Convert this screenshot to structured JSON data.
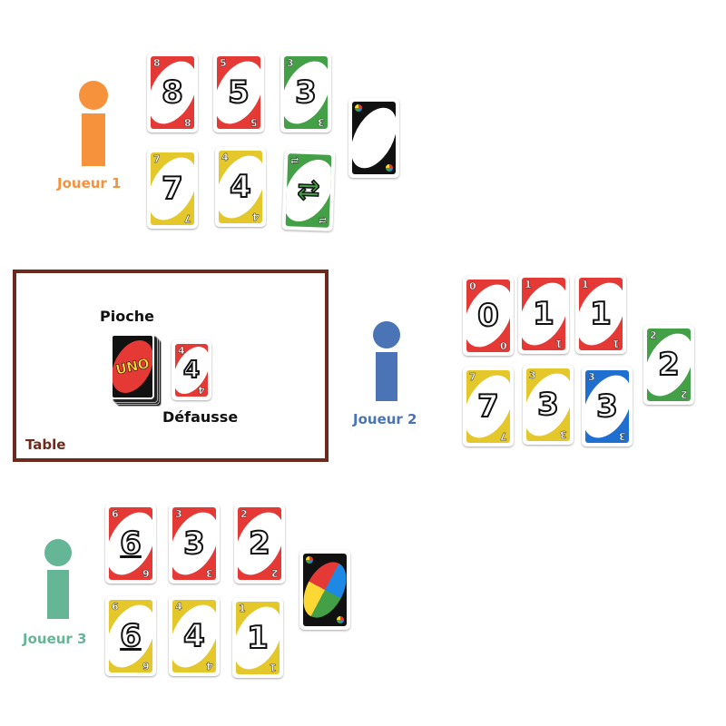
{
  "colors": {
    "red": "#e53935",
    "green": "#43a047",
    "yellow": "#e4c72b",
    "blue": "#1e6fd0",
    "player1": "#f6923c",
    "player2": "#4a74b5",
    "player3": "#65b597",
    "table": "#6d2b1f"
  },
  "players": [
    {
      "label": "Joueur 1",
      "color": "#f6923c",
      "cards": [
        {
          "color": "red",
          "value": "8"
        },
        {
          "color": "red",
          "value": "5"
        },
        {
          "color": "green",
          "value": "3"
        },
        {
          "color": "back",
          "value": ""
        },
        {
          "color": "yellow",
          "value": "7"
        },
        {
          "color": "yellow",
          "value": "4"
        },
        {
          "color": "green",
          "value": "reverse",
          "symbol": "⇄"
        }
      ]
    },
    {
      "label": "Joueur 2",
      "color": "#4a74b5",
      "cards": [
        {
          "color": "red",
          "value": "0"
        },
        {
          "color": "red",
          "value": "1"
        },
        {
          "color": "red",
          "value": "1"
        },
        {
          "color": "green",
          "value": "2"
        },
        {
          "color": "yellow",
          "value": "7"
        },
        {
          "color": "yellow",
          "value": "3"
        },
        {
          "color": "blue",
          "value": "3"
        }
      ]
    },
    {
      "label": "Joueur 3",
      "color": "#65b597",
      "cards": [
        {
          "color": "red",
          "value": "6"
        },
        {
          "color": "red",
          "value": "3"
        },
        {
          "color": "red",
          "value": "2"
        },
        {
          "color": "wild",
          "value": ""
        },
        {
          "color": "yellow",
          "value": "6"
        },
        {
          "color": "yellow",
          "value": "4"
        },
        {
          "color": "yellow",
          "value": "1"
        }
      ]
    }
  ],
  "table": {
    "label": "Table",
    "draw_pile_label": "Pioche",
    "discard_label": "Défausse",
    "deck_logo": "UNO",
    "discard_card": {
      "color": "red",
      "value": "4"
    }
  }
}
